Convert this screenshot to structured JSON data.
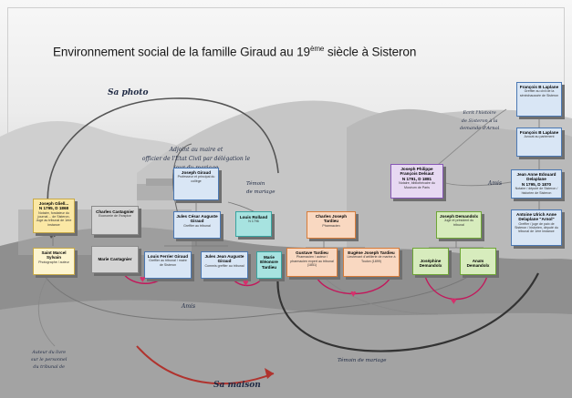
{
  "title": {
    "prefix": "Environnement social de la famille Giraud au 19",
    "sup": "ème",
    "suffix": " siècle à Sisteron"
  },
  "labels": {
    "sa_photo": "Sa photo",
    "sa_maison": "Sa maison",
    "adjoint_1": "Adjoint au maire et",
    "adjoint_2": "officier de l'Etat Civil par délégation le",
    "adjoint_3": "jour du mariage",
    "temoin_mariage_1": "Témoin",
    "temoin_mariage_2": "de mariage",
    "amis_left": "Amis",
    "amis_right": "Amis",
    "temoin_bottom": "Témoin de mariage",
    "auteur_1": "Auteur du livre",
    "auteur_2": "sur le personnel",
    "auteur_3": "du tribunal de",
    "ecrit_1": "Ecrit l'histoire",
    "ecrit_2": "de Sisteron à la",
    "ecrit_3": "demande d'Arnol"
  },
  "people": {
    "jg_jourdan": {
      "name": "Joseph Gliell...",
      "dates": "N 1795, D 1868",
      "desc": "Notaire, fondateur du journal ... de Sisteron, Juge au tribunal de 1ère instance"
    },
    "marcel_sylvain": {
      "name": "Saint Marcel Sylvain",
      "desc": "Photographe / auteur"
    },
    "charles_castagnier": {
      "name": "Charles Castagnier",
      "desc": "Economie de l'hospice"
    },
    "marie_castagnier": {
      "name": "Marie Castagnier"
    },
    "joseph_giraud": {
      "name": "Joseph Giraud",
      "desc": "Professeur et principal du collège"
    },
    "jules_cesar": {
      "name": "Jules César Auguste Giraud",
      "desc": "Greffier au tribunal"
    },
    "louis_ferrier": {
      "name": "Louis Ferrier Giraud",
      "desc": "Greffier au tribunal / maire de Sisteron"
    },
    "jules_jean": {
      "name": "Jules Jean Auguste Giraud",
      "desc": "Commis greffier au tribunal"
    },
    "louis_rolland": {
      "name": "Louis Rolland",
      "desc": "N 1796"
    },
    "marie_eleonore": {
      "name": "Marie Eléonore Tardieu"
    },
    "charles_tardieu": {
      "name": "Charles Joseph Tardieu",
      "desc": "Pharmacien"
    },
    "gustave_tardieu": {
      "name": "Gustave Tardieu",
      "desc": "Pharmacien / auteur / pharmacien expert au tribunal (1851)"
    },
    "eugene_tardieu": {
      "name": "Eugène Joseph Tardieu",
      "desc": "Lieutenant d'artillerie de marine à Toulon (1899)"
    },
    "joseph_demandolx": {
      "name": "Joseph Demandolx",
      "desc": "Juge et président du tribunal"
    },
    "josephine_demandolx": {
      "name": "Joséphine Demandolx"
    },
    "anais_demandolx": {
      "name": "Anaïs Demandolx"
    },
    "joseph_philippe": {
      "name": "Joseph Philippe François Delsaut",
      "dates": "N 1791, D 1881",
      "desc": "Notaire, bibliothécaire du Muséum de Paris"
    },
    "francois_laplane_1": {
      "name": "François B Laplane",
      "desc": "Greffier au civil de la sénéchaussée de Sisteron"
    },
    "francois_laplane_2": {
      "name": "François B Laplane",
      "desc": "Avocat au parlement"
    },
    "jean_anne": {
      "name": "Jean Anne Edouard Delaplane",
      "dates": "N 1795, D 1870",
      "desc": "Notaire / député de Sisteron / historien de Sisteron"
    },
    "antoine_ulrich": {
      "name": "Antoine Ulrich Anne Delaplane \"Arnol\"",
      "desc": "Greffier / juge de paix de Sisteron / historien, député du tribunal de 1ère instance"
    }
  }
}
